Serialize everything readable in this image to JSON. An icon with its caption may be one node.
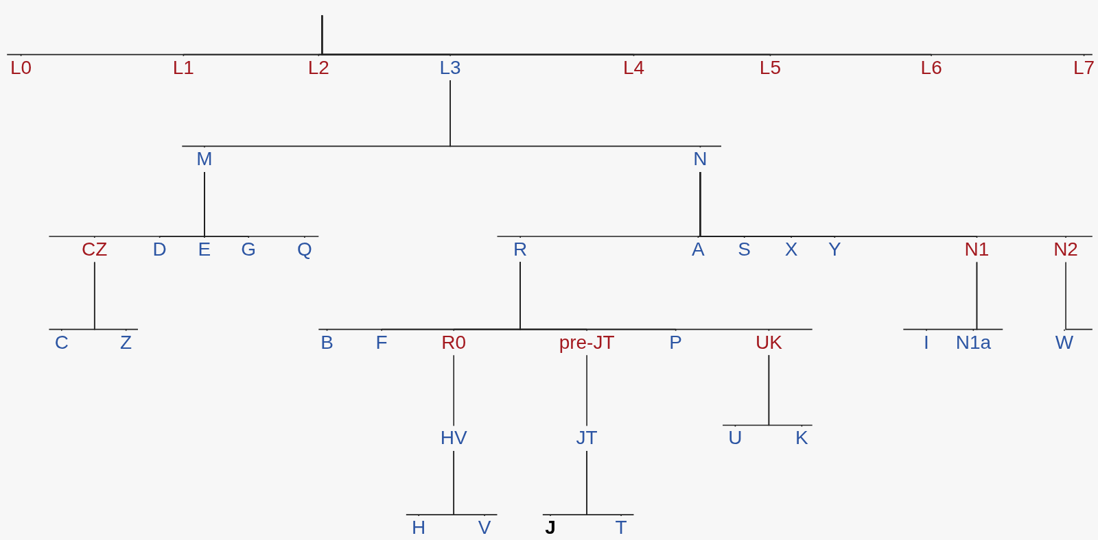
{
  "diagram": {
    "nodes": [
      {
        "text": [
          "L0"
        ]
      },
      {
        "text": [
          "L1"
        ]
      },
      {
        "text": [
          "L2"
        ]
      },
      {
        "text": [
          "L3"
        ]
      },
      {
        "text": [
          "L4"
        ]
      },
      {
        "text": [
          "L5"
        ]
      },
      {
        "text": [
          "L6"
        ]
      },
      {
        "text": [
          "L7"
        ]
      },
      {
        "text": [
          "M"
        ]
      },
      {
        "text": [
          "N"
        ]
      },
      {
        "text": [
          "CZ"
        ]
      },
      {
        "text": [
          "D"
        ]
      },
      {
        "text": [
          "E"
        ]
      },
      {
        "text": [
          "G"
        ]
      },
      {
        "text": [
          "Q"
        ]
      },
      {
        "text": [
          "C"
        ]
      },
      {
        "text": [
          "Z"
        ]
      },
      {
        "text": [
          "R"
        ]
      },
      {
        "text": [
          "A"
        ]
      },
      {
        "text": [
          "S"
        ]
      },
      {
        "text": [
          "X"
        ]
      },
      {
        "text": [
          "Y"
        ]
      },
      {
        "text": [
          "N1"
        ]
      },
      {
        "text": [
          "N2"
        ]
      },
      {
        "text": [
          "B"
        ]
      },
      {
        "text": [
          "F"
        ]
      },
      {
        "text": [
          "R0"
        ]
      },
      {
        "text": [
          "pre-JT"
        ]
      },
      {
        "text": [
          "P"
        ]
      },
      {
        "text": [
          "UK"
        ]
      },
      {
        "text": [
          "HV"
        ]
      },
      {
        "text": [
          "H"
        ]
      },
      {
        "text": [
          "V"
        ]
      },
      {
        "text": [
          "JT"
        ]
      },
      {
        "text": [
          "J"
        ]
      },
      {
        "text": [
          "T"
        ]
      },
      {
        "text": [
          "U"
        ]
      },
      {
        "text": [
          "K"
        ]
      },
      {
        "text": [
          "I"
        ]
      },
      {
        "text": [
          "N1a"
        ]
      },
      {
        "text": [
          "W"
        ]
      }
    ],
    "edges": [
      {
        "from": null,
        "to": 0,
        "arrow": "none"
      },
      {
        "from": null,
        "to": 1,
        "arrow": "none"
      },
      {
        "from": null,
        "to": 2,
        "arrow": "none"
      },
      {
        "from": null,
        "to": 3,
        "arrow": "none"
      },
      {
        "from": null,
        "to": 4,
        "arrow": "none"
      },
      {
        "from": null,
        "to": 5,
        "arrow": "none"
      },
      {
        "from": null,
        "to": 6,
        "arrow": "none"
      },
      {
        "from": null,
        "to": 7,
        "arrow": "none"
      },
      {
        "from": 3,
        "to": 8,
        "arrow": "none"
      },
      {
        "from": 3,
        "to": 9,
        "arrow": "none"
      },
      {
        "from": 8,
        "to": 10,
        "arrow": "none"
      },
      {
        "from": 8,
        "to": 11,
        "arrow": "none"
      },
      {
        "from": 8,
        "to": 12,
        "arrow": "none"
      },
      {
        "from": 8,
        "to": 13,
        "arrow": "none"
      },
      {
        "from": 8,
        "to": 14,
        "arrow": "none"
      },
      {
        "from": 10,
        "to": 15,
        "arrow": "none"
      },
      {
        "from": 10,
        "to": 16,
        "arrow": "none"
      },
      {
        "from": 9,
        "to": 17,
        "arrow": "none"
      },
      {
        "from": 9,
        "to": 18,
        "arrow": "none"
      },
      {
        "from": 9,
        "to": 19,
        "arrow": "none"
      },
      {
        "from": 9,
        "to": 20,
        "arrow": "none"
      },
      {
        "from": 9,
        "to": 21,
        "arrow": "none"
      },
      {
        "from": 9,
        "to": 22,
        "arrow": "none"
      },
      {
        "from": 9,
        "to": 23,
        "arrow": "none"
      },
      {
        "from": 17,
        "to": 24,
        "arrow": "none"
      },
      {
        "from": 17,
        "to": 25,
        "arrow": "none"
      },
      {
        "from": 17,
        "to": 26,
        "arrow": "none"
      },
      {
        "from": 17,
        "to": 27,
        "arrow": "none"
      },
      {
        "from": 17,
        "to": 28,
        "arrow": "none"
      },
      {
        "from": 17,
        "to": 29,
        "arrow": "none"
      },
      {
        "from": 26,
        "to": 30,
        "arrow": "none"
      },
      {
        "from": 30,
        "to": 31,
        "arrow": "none"
      },
      {
        "from": 30,
        "to": 32,
        "arrow": "none"
      },
      {
        "from": 27,
        "to": 33,
        "arrow": "none"
      },
      {
        "from": 33,
        "to": 34,
        "arrow": "none"
      },
      {
        "from": 33,
        "to": 35,
        "arrow": "none"
      },
      {
        "from": 29,
        "to": 36,
        "arrow": "none"
      },
      {
        "from": 29,
        "to": 37,
        "arrow": "none"
      },
      {
        "from": 22,
        "to": 38,
        "arrow": "none"
      },
      {
        "from": 22,
        "to": 39,
        "arrow": "none"
      },
      {
        "from": 23,
        "to": 40,
        "arrow": "none"
      }
    ]
  }
}
